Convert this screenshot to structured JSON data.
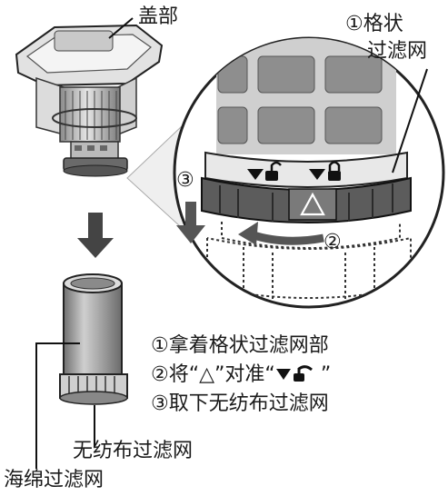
{
  "labels": {
    "cover": "盖部",
    "grid_filter_line1": "①格状",
    "grid_filter_line2": "过滤网",
    "nonwoven_filter": "无纺布过滤网",
    "sponge_filter": "海绵过滤网",
    "callout_3": "③",
    "callout_2": "②"
  },
  "steps": [
    "①拿着格状过滤网部",
    "②将“△”对准“",
    "③取下无纺布过滤网"
  ],
  "step2_tail": "”",
  "icons": [
    "down-arrow-icon",
    "unlock-icon",
    "lock-icon",
    "triangle-mark-icon",
    "rotate-arrow-icon"
  ]
}
